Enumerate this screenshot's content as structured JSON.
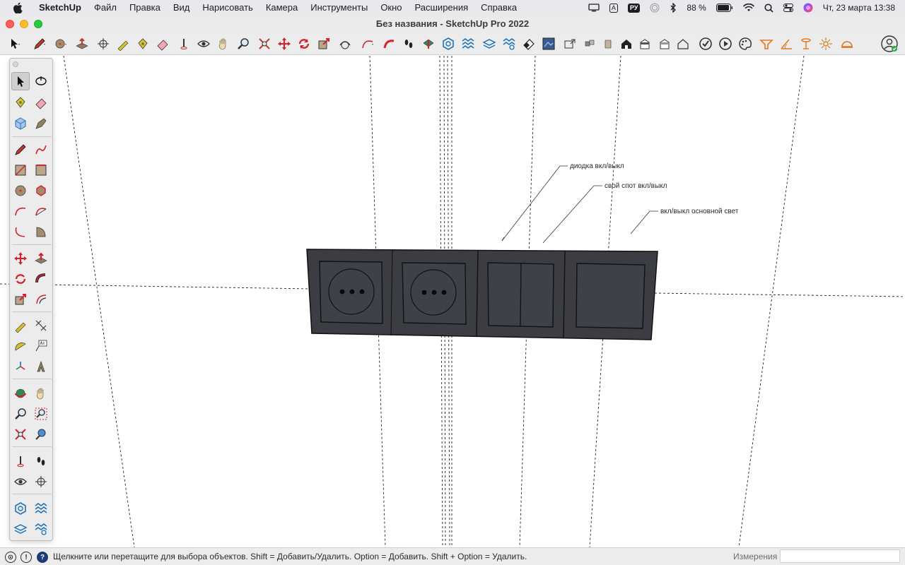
{
  "menubar": {
    "app_name": "SketchUp",
    "items": [
      "Файл",
      "Правка",
      "Вид",
      "Нарисовать",
      "Камера",
      "Инструменты",
      "Окно",
      "Расширения",
      "Справка"
    ],
    "battery": "88 %",
    "input_source": "РУ",
    "keyboard_icon_text": "A",
    "datetime": "Чт, 23 марта  13:38"
  },
  "window": {
    "title": "Без названия - SketchUp Pro 2022"
  },
  "toolbar": {
    "tools": [
      "select",
      "eraser",
      "paint-bucket",
      "push-pull",
      "move",
      "tape-measure",
      "paint",
      "eraser-2",
      "text",
      "look-around",
      "protractor",
      "zoom",
      "zoom-extents",
      "pan",
      "rotate",
      "scale",
      "orbit",
      "arc",
      "follow-me",
      "walk",
      "section-plane",
      "sandbox",
      "layers",
      "layers-2",
      "styles",
      "components",
      "materials",
      "photo",
      "3d-warehouse",
      "home",
      "home-2",
      "house",
      "house-2",
      "extension-warehouse",
      "extension-manager",
      "palette",
      "dimension",
      "axes",
      "stool",
      "sun",
      "hat"
    ]
  },
  "annotations": [
    {
      "text": "диодка вкл/выкл"
    },
    {
      "text": "свой спот вкл/выкл"
    },
    {
      "text": "вкл/выкл основной свет"
    }
  ],
  "palette": {
    "tools": [
      "select",
      "orbit",
      "paint-bucket",
      "eraser",
      "component",
      "tag",
      "line",
      "freehand",
      "rectangle",
      "rotated-rectangle",
      "circle",
      "polygon",
      "arc",
      "2-point-arc",
      "3-point-arc",
      "pie",
      "move",
      "push-pull",
      "rotate",
      "follow-me",
      "scale",
      "offset",
      "tape-measure",
      "dimension",
      "protractor",
      "text",
      "axes",
      "3d-text",
      "orbit-2",
      "pan",
      "zoom",
      "zoom-window",
      "zoom-extents",
      "previous",
      "position-camera",
      "walk",
      "look-around",
      "section-plane",
      "sandbox-1",
      "sandbox-2",
      "sandbox-3",
      "sandbox-4"
    ]
  },
  "statusbar": {
    "hint": "Щелкните или перетащите для выбора объектов. Shift = Добавить/Удалить. Option = Добавить. Shift + Option = Удалить.",
    "measure_label": "Измерения",
    "measure_value": ""
  },
  "colors": {
    "panel_fill": "#3b3d43",
    "panel_stroke": "#111111",
    "menubar_bg": "#e9e8ec",
    "toolbar_bg": "#ececec",
    "accent_red": "#d4212b"
  }
}
